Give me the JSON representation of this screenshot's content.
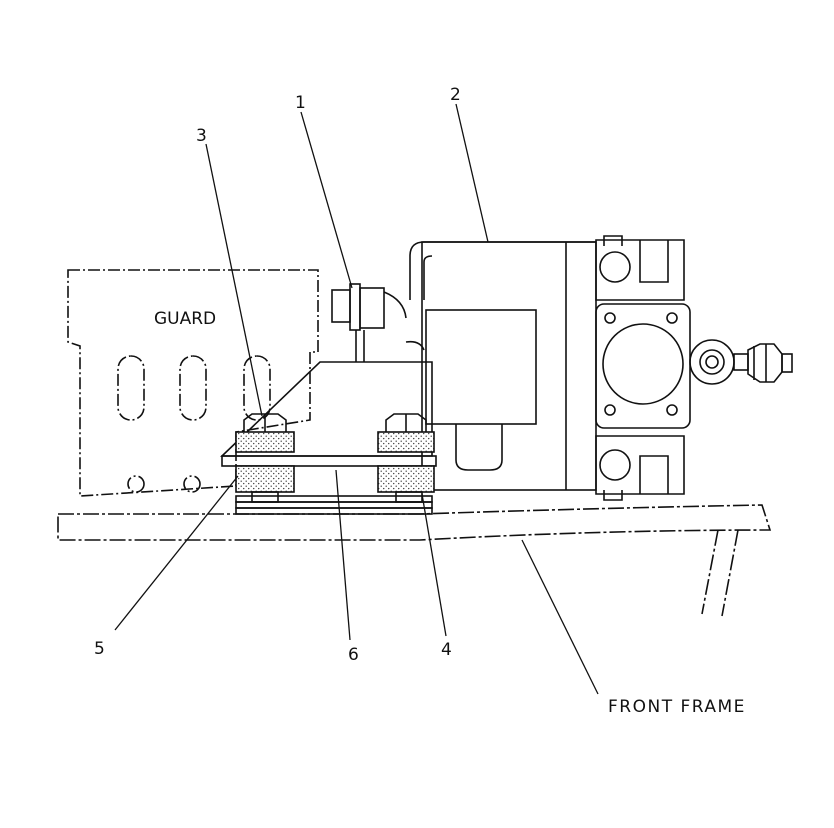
{
  "diagram": {
    "component_labels": {
      "guard": "GUARD",
      "front_frame": "FRONT FRAME"
    },
    "callouts": [
      {
        "id": "callout-1",
        "text": "1"
      },
      {
        "id": "callout-2",
        "text": "2"
      },
      {
        "id": "callout-3",
        "text": "3"
      },
      {
        "id": "callout-4",
        "text": "4"
      },
      {
        "id": "callout-5",
        "text": "5"
      },
      {
        "id": "callout-6",
        "text": "6"
      }
    ]
  }
}
